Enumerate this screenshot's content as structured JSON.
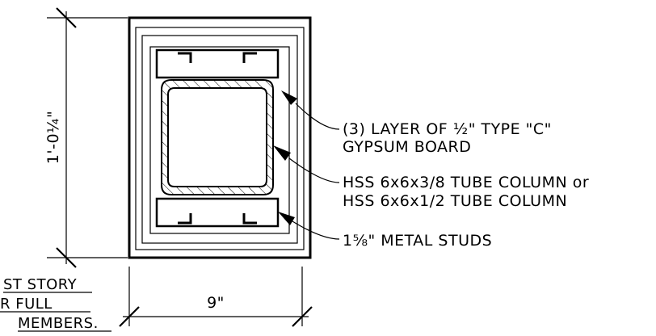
{
  "dimensions": {
    "height": "1'-0¼\"",
    "width": "9\""
  },
  "callouts": {
    "gypsum_line1": "(3) LAYER OF ½\" TYPE \"C\"",
    "gypsum_line2": "GYPSUM BOARD",
    "column_line1": "HSS 6x6x3/8 TUBE COLUMN or",
    "column_line2": "HSS 6x6x1/2 TUBE COLUMN",
    "studs": "1⅝\" METAL STUDS"
  },
  "note_fragment": {
    "line1": "ST STORY",
    "line2": "R FULL",
    "line3": "MEMBERS."
  }
}
